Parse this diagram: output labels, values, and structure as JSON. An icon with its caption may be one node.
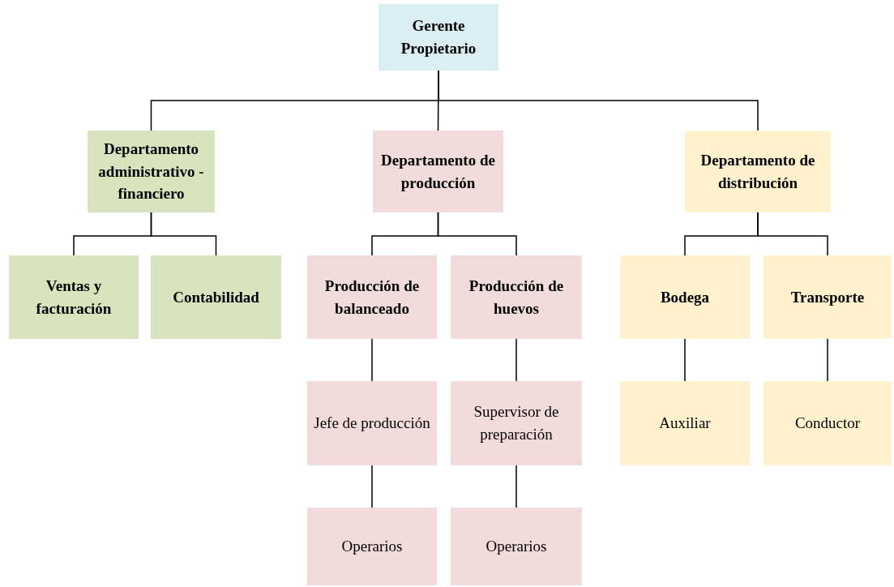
{
  "diagram": {
    "nodes": [
      {
        "text": [
          "Gerente Propietario"
        ]
      },
      {
        "text": [
          "Departamento administrativo - financiero"
        ]
      },
      {
        "text": [
          "Departamento de producción"
        ]
      },
      {
        "text": [
          "Departamento de distribución"
        ]
      },
      {
        "text": [
          "Ventas y facturación"
        ]
      },
      {
        "text": [
          "Contabilidad"
        ]
      },
      {
        "text": [
          "Producción de balanceado"
        ]
      },
      {
        "text": [
          "Producción de huevos"
        ]
      },
      {
        "text": [
          "Jefe de producción"
        ]
      },
      {
        "text": [
          "Supervisor de preparación"
        ]
      },
      {
        "text": [
          "Operarios"
        ]
      },
      {
        "text": [
          "Operarios"
        ]
      },
      {
        "text": [
          "Bodega"
        ]
      },
      {
        "text": [
          "Transporte"
        ]
      },
      {
        "text": [
          "Auxiliar"
        ]
      },
      {
        "text": [
          "Conductor"
        ]
      }
    ],
    "edges": [
      {
        "from": 0,
        "to": 1,
        "arrow": "none"
      },
      {
        "from": 0,
        "to": 2,
        "arrow": "none"
      },
      {
        "from": 0,
        "to": 3,
        "arrow": "none"
      },
      {
        "from": 1,
        "to": 4,
        "arrow": "none"
      },
      {
        "from": 1,
        "to": 5,
        "arrow": "none"
      },
      {
        "from": 2,
        "to": 6,
        "arrow": "none"
      },
      {
        "from": 2,
        "to": 7,
        "arrow": "none"
      },
      {
        "from": 6,
        "to": 8,
        "arrow": "none"
      },
      {
        "from": 7,
        "to": 9,
        "arrow": "none"
      },
      {
        "from": 8,
        "to": 10,
        "arrow": "none"
      },
      {
        "from": 9,
        "to": 11,
        "arrow": "none"
      },
      {
        "from": 3,
        "to": 12,
        "arrow": "none"
      },
      {
        "from": 3,
        "to": 13,
        "arrow": "none"
      },
      {
        "from": 12,
        "to": 14,
        "arrow": "none"
      },
      {
        "from": 13,
        "to": 15,
        "arrow": "none"
      }
    ]
  }
}
